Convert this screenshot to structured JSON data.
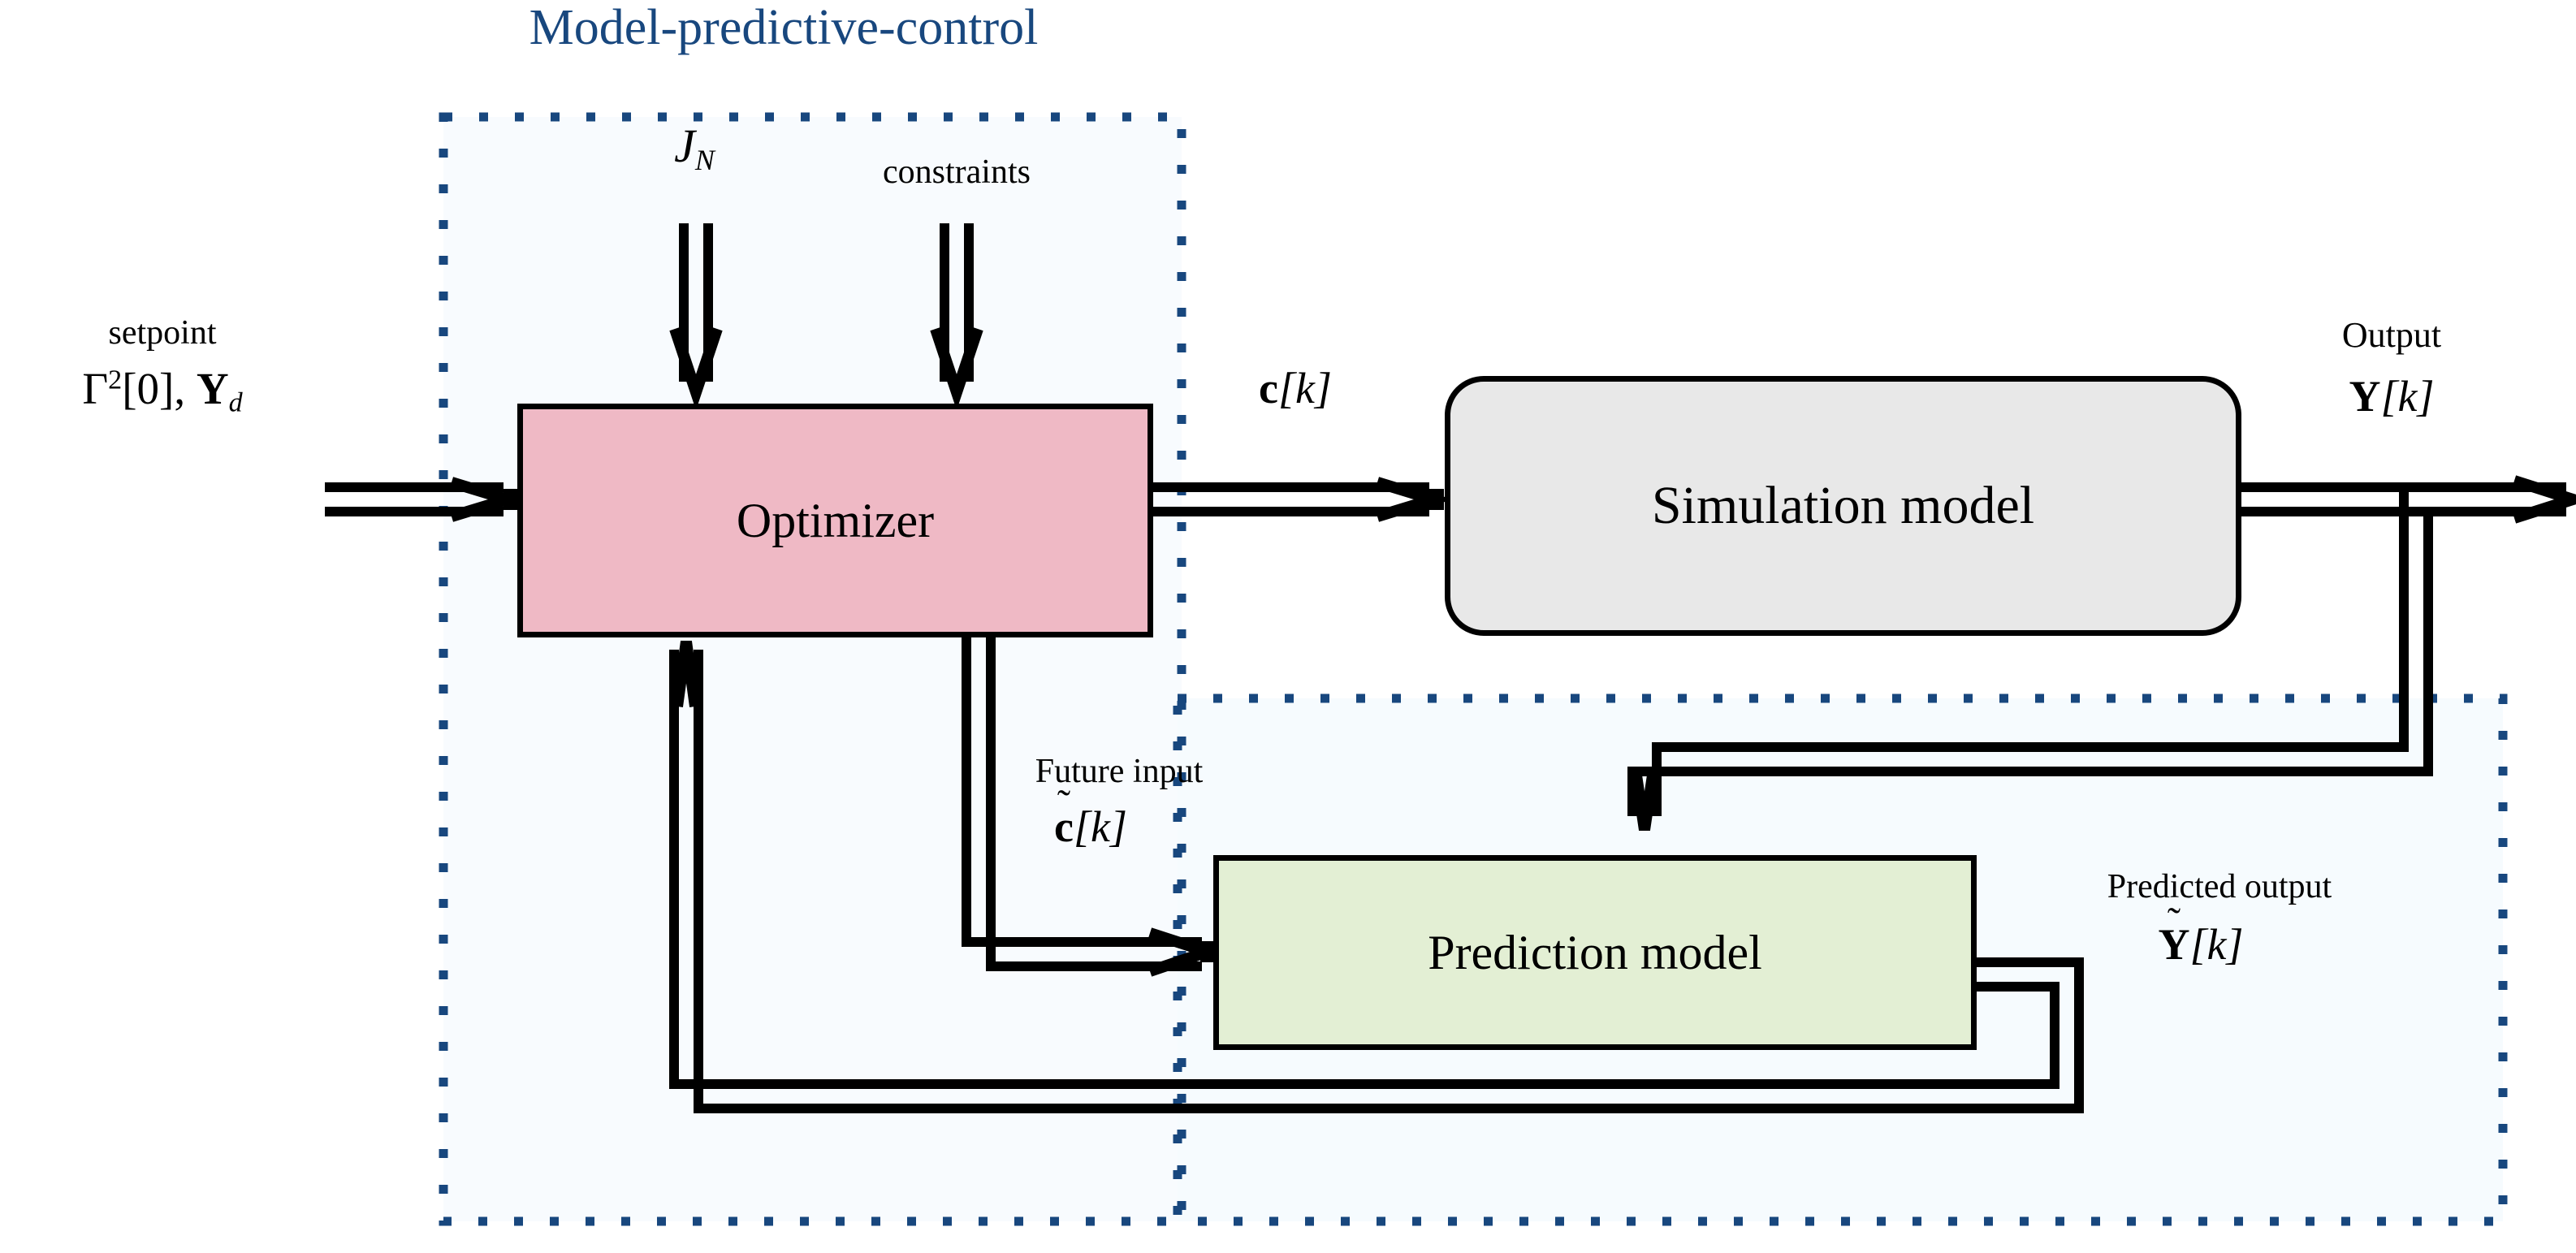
{
  "title": "Model-predictive-control",
  "colors": {
    "title_blue": "#18477e",
    "dotted_border": "#18477e",
    "region_fill": "#f6fbfe",
    "optimizer_fill": "#efb9c5",
    "simulation_fill": "#e8e8e8",
    "prediction_fill": "#e3efd4",
    "stroke": "#000000"
  },
  "regions": {
    "mpc": {
      "name": "Model-predictive-control",
      "style": "dotted"
    },
    "prediction_region": {
      "name": "prediction-region",
      "style": "dotted"
    }
  },
  "blocks": {
    "optimizer": {
      "label": "Optimizer",
      "fill": "#efb9c5",
      "shape": "rect"
    },
    "simulation": {
      "label": "Simulation model",
      "fill": "#e8e8e8",
      "shape": "rounded-rect"
    },
    "prediction": {
      "label": "Prediction model",
      "fill": "#e3efd4",
      "shape": "rect"
    }
  },
  "labels": {
    "setpoint_caption": "setpoint",
    "setpoint_symbol_gamma": "Γ",
    "setpoint_symbol_sup": "2",
    "setpoint_symbol_mid": "[0], ",
    "setpoint_symbol_Y": "Y",
    "setpoint_symbol_sub": "d",
    "cost": "J",
    "cost_sub": "N",
    "constraints": "constraints",
    "control_c": "c",
    "control_k": "[k]",
    "output_caption": "Output",
    "output_Y": "Y",
    "output_k": "[k]",
    "future_input_caption": "Future input",
    "future_input_c": "c",
    "future_input_tilde": "˜",
    "future_input_k": "[k]",
    "predicted_output_caption": "Predicted output",
    "predicted_output_Y": "Y",
    "predicted_output_tilde": "˜",
    "predicted_output_k": "[k]"
  },
  "arrows": [
    {
      "name": "setpoint-to-optimizer",
      "from": "setpoint",
      "to": "optimizer",
      "style": "double-line"
    },
    {
      "name": "cost-to-optimizer",
      "from": "J_N",
      "to": "optimizer",
      "style": "double-line"
    },
    {
      "name": "constraints-to-optimizer",
      "from": "constraints",
      "to": "optimizer",
      "style": "double-line"
    },
    {
      "name": "optimizer-to-simulation",
      "from": "optimizer",
      "to": "simulation",
      "style": "double-line",
      "label": "c[k]"
    },
    {
      "name": "simulation-to-output",
      "from": "simulation",
      "to": "output",
      "style": "double-line",
      "label": "Y[k]"
    },
    {
      "name": "output-to-prediction",
      "from": "output",
      "to": "prediction",
      "style": "double-line"
    },
    {
      "name": "optimizer-to-prediction",
      "from": "optimizer",
      "to": "prediction",
      "style": "double-line",
      "label": "c̃[k]"
    },
    {
      "name": "prediction-to-optimizer-feedback",
      "from": "prediction",
      "to": "optimizer",
      "style": "double-line",
      "label": "Ỹ[k]"
    }
  ]
}
